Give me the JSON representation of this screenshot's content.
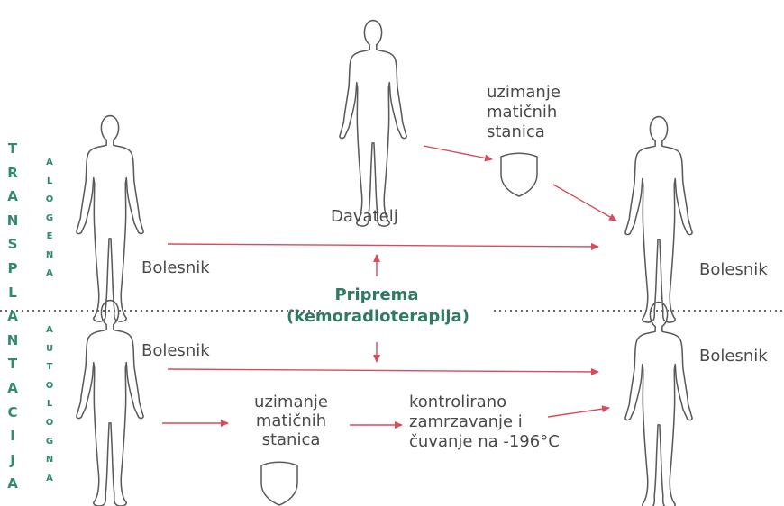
{
  "left_label_transplantacija": [
    "T",
    "R",
    "A",
    "N",
    "S",
    "P",
    "L",
    "A",
    "N",
    "T",
    "A",
    "C",
    "I",
    "J",
    "A"
  ],
  "label_alogena": [
    "A",
    "L",
    "O",
    "G",
    "E",
    "N",
    "A"
  ],
  "label_autologna": [
    "A",
    "U",
    "T",
    "O",
    "L",
    "O",
    "G",
    "N",
    "A"
  ],
  "donor_label": "Davatelj",
  "collect_top": [
    "uzimanje",
    "matičnih",
    "stanica"
  ],
  "patient_label": "Bolesnik",
  "prep_line1": "Priprema",
  "prep_line2": "(kemoradioterapija)",
  "collect_bottom": [
    "uzimanje",
    "matičnih",
    "stanica"
  ],
  "freeze": [
    "kontrolirano",
    "zamrzavanje i",
    "čuvanje na -196°C"
  ],
  "colors": {
    "accent": "#2f8a6f",
    "arrow": "#d94a5a",
    "outline": "#5a5a5a",
    "text": "#4a4a4a"
  }
}
